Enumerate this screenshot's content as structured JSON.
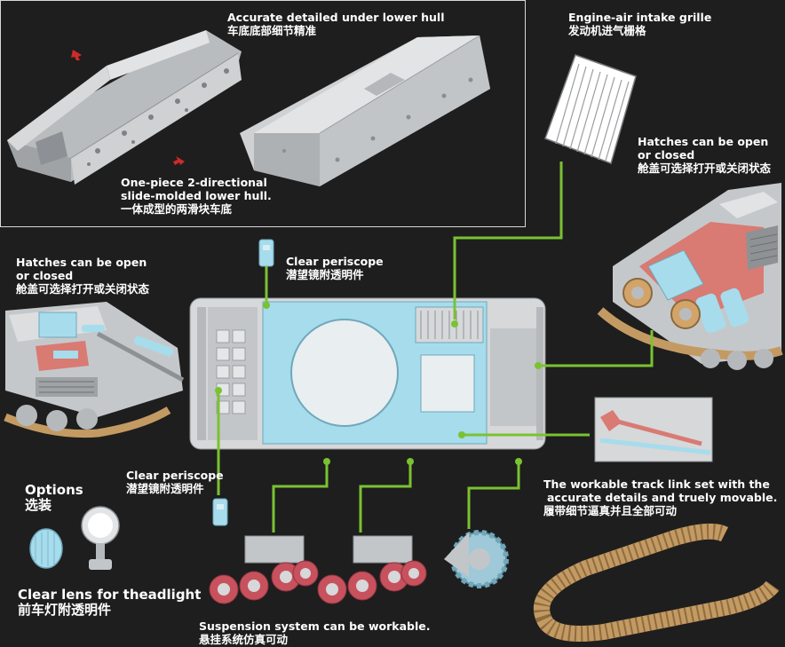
{
  "labels": {
    "lower_hull_detail": [
      "Accurate detailed under lower hull",
      "车底底部细节精准"
    ],
    "one_piece_hull": [
      "One-piece 2-directional",
      "slide-molded lower hull.",
      "一体成型的两滑块车底"
    ],
    "engine_grille": [
      "Engine-air intake grille",
      "发动机进气栅格"
    ],
    "hatches_right": [
      "Hatches can be open",
      "or closed",
      "舱盖可选择打开或关闭状态"
    ],
    "hatches_left": [
      "Hatches can be open",
      "or closed",
      "舱盖可选择打开或关闭状态"
    ],
    "clear_periscope_top": [
      "Clear periscope",
      "潜望镜附透明件"
    ],
    "clear_periscope_bottom": [
      "Clear periscope",
      "潜望镜附透明件"
    ],
    "options": [
      "Options",
      "选装"
    ],
    "clear_lens": [
      "Clear lens for theadlight",
      "前车灯附透明件"
    ],
    "suspension": [
      "Suspension system can be workable.",
      "悬挂系统仿真可动"
    ],
    "track": [
      "The workable track link set with the",
      "accurate details and truely movable.",
      "履带细节逼真并且全部可动"
    ]
  },
  "colors": {
    "background": "#1e1e1e",
    "leader_line": "#7ac231",
    "plastic_grey": "#c9cbcd",
    "clear_part": "#a6dcec",
    "wheel_red": "#c8515e",
    "track_tan": "#c49a63",
    "hatch_red": "#d97a73",
    "arrow_red": "#d02a2a"
  }
}
